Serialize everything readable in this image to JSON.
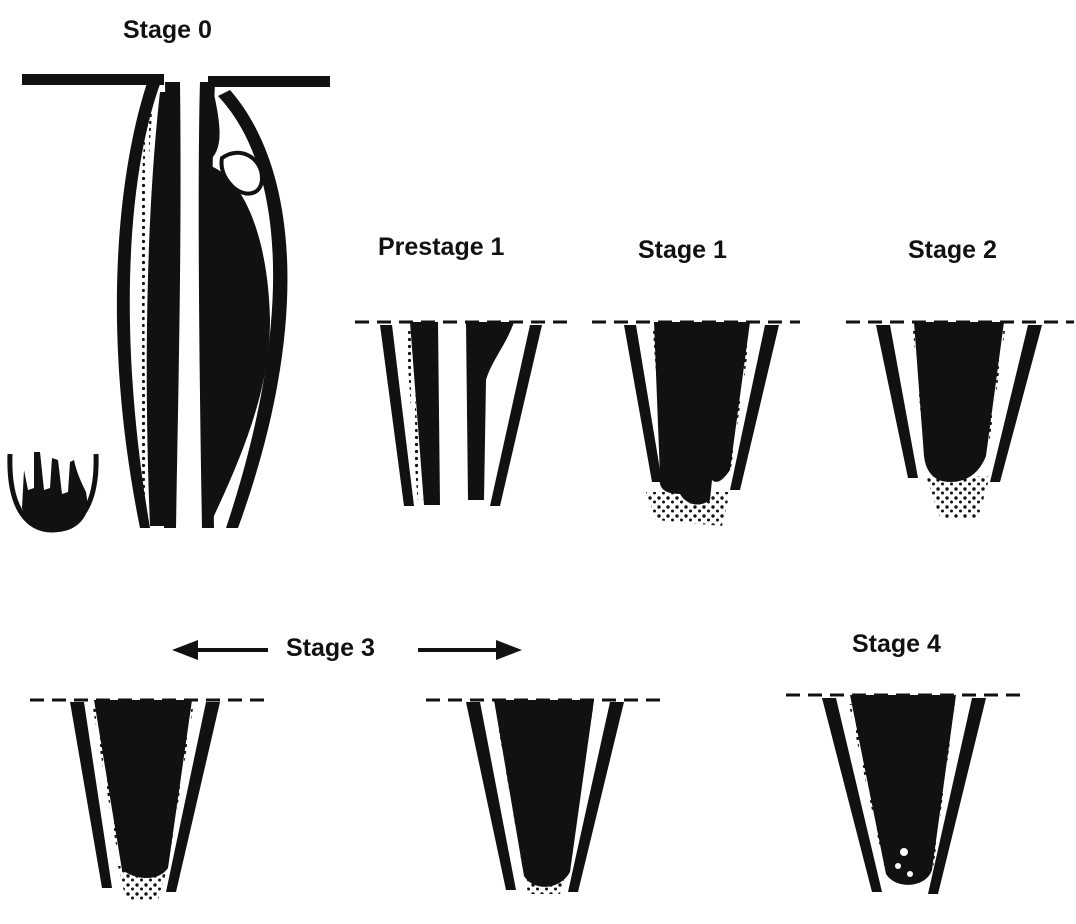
{
  "labels": {
    "stage0": "Stage 0",
    "prestage1": "Prestage 1",
    "stage1": "Stage 1",
    "stage2": "Stage 2",
    "stage3": "Stage 3",
    "stage4": "Stage 4"
  },
  "colors": {
    "ink": "#111111",
    "background": "#ffffff"
  }
}
